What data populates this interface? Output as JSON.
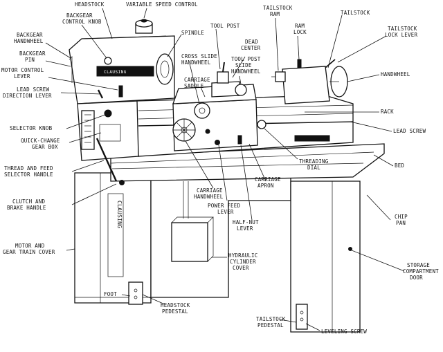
{
  "brand": "CLAUSING",
  "brand_vertical": "CLAUSING",
  "labels": {
    "headstock": "HEADSTOCK",
    "variable_speed": "VARIABLE SPEED CONTROL",
    "backgear_knob": [
      "BACKGEAR",
      "CONTROL KNOB"
    ],
    "backgear_handwheel": [
      "BACKGEAR",
      "HANDWHEEL"
    ],
    "backgear_pin": [
      "BACKGEAR",
      "PIN"
    ],
    "motor_control": [
      "MOTOR CONTROL",
      "LEVER"
    ],
    "spindle": "SPINDLE",
    "tool_post": "TOOL POST",
    "cross_slide": [
      "CROSS SLIDE",
      "HANDWHEEL"
    ],
    "carriage_saddle": [
      "CARRIAGE",
      "SADDLE"
    ],
    "dead_center": [
      "DEAD",
      "CENTER"
    ],
    "tool_post_slide": [
      "TOOL POST",
      "SLIDE",
      "HANDWHEEL"
    ],
    "tailstock_ram": [
      "TAILSTOCK",
      "RAM"
    ],
    "ram_lock": [
      "RAM",
      "LOCK"
    ],
    "tailstock": "TAILSTOCK",
    "tailstock_lock": [
      "TAILSTOCK",
      "LOCK LEVER"
    ],
    "handwheel": "HANDWHEEL",
    "lead_screw_dir": [
      "LEAD SCREW",
      "DIRECTION LEVER"
    ],
    "rack": "RACK",
    "lead_screw": "LEAD SCREW",
    "selector_knob": "SELECTOR KNOB",
    "quick_change": [
      "QUICK-CHANGE",
      "GEAR BOX"
    ],
    "thread_feed": [
      "THREAD AND FEED",
      "SELECTOR HANDLE"
    ],
    "threading_dial": [
      "THREADING",
      "DIAL"
    ],
    "bed": "BED",
    "clutch": [
      "CLUTCH AND",
      "BRAKE HANDLE"
    ],
    "carriage_handwheel": [
      "CARRIAGE",
      "HANDWHEEL"
    ],
    "power_feed": [
      "POWER FEED",
      "LEVER"
    ],
    "carriage_apron": [
      "CARRIAGE",
      "APRON"
    ],
    "half_nut": [
      "HALF-NUT",
      "LEVER"
    ],
    "chip_pan": [
      "CHIP",
      "PAN"
    ],
    "motor_cover": [
      "MOTOR AND",
      "GEAR TRAIN COVER"
    ],
    "hydraulic": [
      "HYDRAULIC",
      "CYLINDER",
      "COVER"
    ],
    "storage": [
      "STORAGE",
      "COMPARTMENT",
      "DOOR"
    ],
    "foot": "FOOT",
    "headstock_pedestal": [
      "HEADSTOCK",
      "PEDESTAL"
    ],
    "tailstock_pedestal": [
      "TAILSTOCK",
      "PEDESTAL"
    ],
    "leveling_screw": "LEVELING SCREW"
  }
}
